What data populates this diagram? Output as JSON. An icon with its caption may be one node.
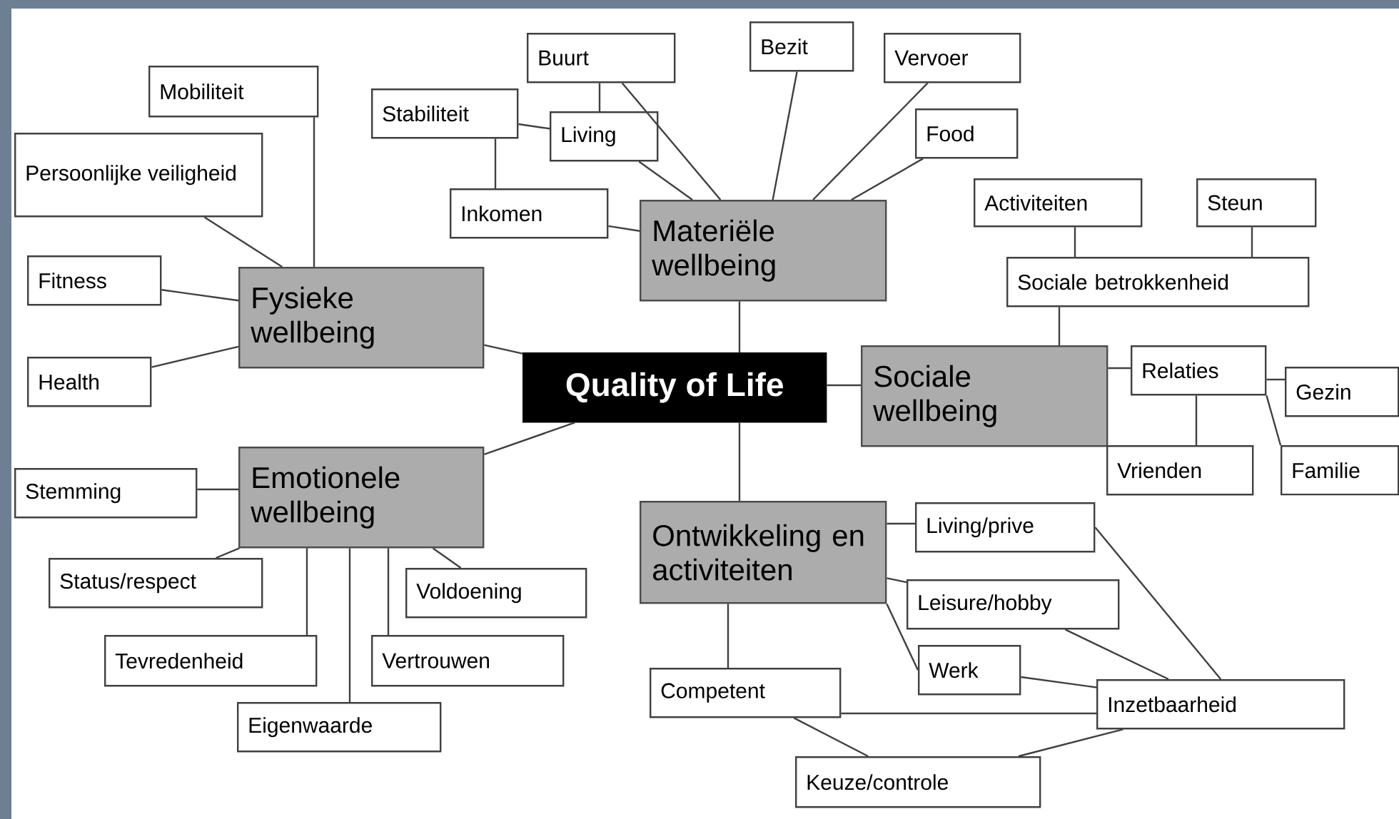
{
  "diagram": {
    "nodes": [
      {
        "text": [
          "Quality of Life"
        ]
      },
      {
        "text": [
          "Fysieke wellbeing"
        ]
      },
      {
        "text": [
          "Mobiliteit"
        ]
      },
      {
        "text": [
          "Persoonlijke veiligheid"
        ]
      },
      {
        "text": [
          "Fitness"
        ]
      },
      {
        "text": [
          "Health"
        ]
      },
      {
        "text": [
          "Materiële wellbeing"
        ]
      },
      {
        "text": [
          "Buurt"
        ]
      },
      {
        "text": [
          "Stabiliteit"
        ]
      },
      {
        "text": [
          "Living"
        ]
      },
      {
        "text": [
          "Inkomen"
        ]
      },
      {
        "text": [
          "Bezit"
        ]
      },
      {
        "text": [
          "Vervoer"
        ]
      },
      {
        "text": [
          "Food"
        ]
      },
      {
        "text": [
          "Sociale wellbeing"
        ]
      },
      {
        "text": [
          "Sociale betrokkenheid"
        ]
      },
      {
        "text": [
          "Activiteiten"
        ]
      },
      {
        "text": [
          "Steun"
        ]
      },
      {
        "text": [
          "Relaties"
        ]
      },
      {
        "text": [
          "Gezin"
        ]
      },
      {
        "text": [
          "Vrienden"
        ]
      },
      {
        "text": [
          "Familie"
        ]
      },
      {
        "text": [
          "Emotionele wellbeing"
        ]
      },
      {
        "text": [
          "Stemming"
        ]
      },
      {
        "text": [
          "Status/respect"
        ]
      },
      {
        "text": [
          "Voldoening"
        ]
      },
      {
        "text": [
          "Tevredenheid"
        ]
      },
      {
        "text": [
          "Vertrouwen"
        ]
      },
      {
        "text": [
          "Eigenwaarde"
        ]
      },
      {
        "text": [
          "Ontwikkeling en activiteiten"
        ]
      },
      {
        "text": [
          "Living/prive"
        ]
      },
      {
        "text": [
          "Leisure/hobby"
        ]
      },
      {
        "text": [
          "Werk"
        ]
      },
      {
        "text": [
          "Inzetbaarheid"
        ]
      },
      {
        "text": [
          "Competent"
        ]
      },
      {
        "text": [
          "Keuze/controle"
        ]
      }
    ],
    "edges": [
      {
        "from": 0,
        "to": 1,
        "arrow": "none"
      },
      {
        "from": 0,
        "to": 6,
        "arrow": "none"
      },
      {
        "from": 0,
        "to": 14,
        "arrow": "none"
      },
      {
        "from": 0,
        "to": 22,
        "arrow": "none"
      },
      {
        "from": 0,
        "to": 29,
        "arrow": "none"
      },
      {
        "from": 1,
        "to": 2,
        "arrow": "none"
      },
      {
        "from": 1,
        "to": 3,
        "arrow": "none"
      },
      {
        "from": 1,
        "to": 4,
        "arrow": "none"
      },
      {
        "from": 1,
        "to": 5,
        "arrow": "none"
      },
      {
        "from": 6,
        "to": 7,
        "arrow": "none"
      },
      {
        "from": 6,
        "to": 9,
        "arrow": "none"
      },
      {
        "from": 6,
        "to": 10,
        "arrow": "none"
      },
      {
        "from": 6,
        "to": 11,
        "arrow": "none"
      },
      {
        "from": 6,
        "to": 12,
        "arrow": "none"
      },
      {
        "from": 6,
        "to": 13,
        "arrow": "none"
      },
      {
        "from": 8,
        "to": 9,
        "arrow": "none"
      },
      {
        "from": 8,
        "to": 10,
        "arrow": "none"
      },
      {
        "from": 7,
        "to": 9,
        "arrow": "none"
      },
      {
        "from": 14,
        "to": 15,
        "arrow": "none"
      },
      {
        "from": 14,
        "to": 18,
        "arrow": "none"
      },
      {
        "from": 15,
        "to": 16,
        "arrow": "none"
      },
      {
        "from": 15,
        "to": 17,
        "arrow": "none"
      },
      {
        "from": 18,
        "to": 19,
        "arrow": "none"
      },
      {
        "from": 18,
        "to": 20,
        "arrow": "none"
      },
      {
        "from": 18,
        "to": 21,
        "arrow": "none"
      },
      {
        "from": 22,
        "to": 23,
        "arrow": "none"
      },
      {
        "from": 22,
        "to": 24,
        "arrow": "none"
      },
      {
        "from": 22,
        "to": 26,
        "arrow": "none"
      },
      {
        "from": 22,
        "to": 28,
        "arrow": "none"
      },
      {
        "from": 22,
        "to": 27,
        "arrow": "none"
      },
      {
        "from": 22,
        "to": 25,
        "arrow": "none"
      },
      {
        "from": 29,
        "to": 30,
        "arrow": "none"
      },
      {
        "from": 29,
        "to": 31,
        "arrow": "none"
      },
      {
        "from": 29,
        "to": 32,
        "arrow": "none"
      },
      {
        "from": 29,
        "to": 34,
        "arrow": "none"
      },
      {
        "from": 30,
        "to": 33,
        "arrow": "none"
      },
      {
        "from": 31,
        "to": 33,
        "arrow": "none"
      },
      {
        "from": 32,
        "to": 33,
        "arrow": "none"
      },
      {
        "from": 34,
        "to": 33,
        "arrow": "none"
      },
      {
        "from": 34,
        "to": 35,
        "arrow": "none"
      },
      {
        "from": 35,
        "to": 33,
        "arrow": "none"
      }
    ]
  }
}
